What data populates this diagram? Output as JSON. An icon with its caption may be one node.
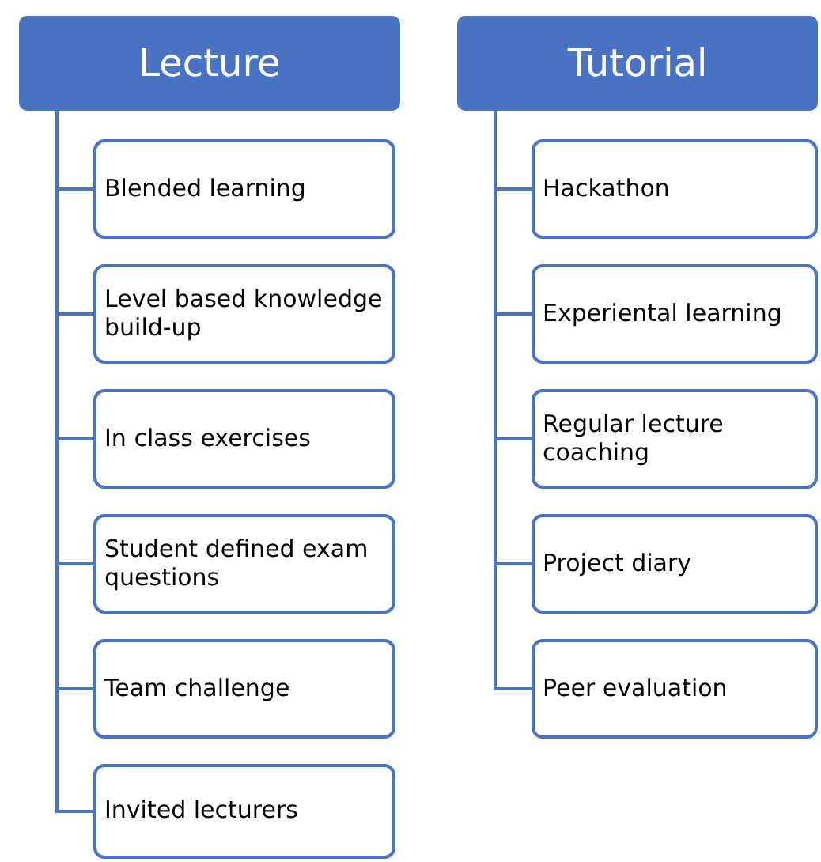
{
  "diagram": {
    "nodes": [
      {
        "text": [
          "Lecture"
        ]
      },
      {
        "text": [
          "Blended learning"
        ]
      },
      {
        "text": [
          "Level based knowledge build-up"
        ]
      },
      {
        "text": [
          "In class exercises"
        ]
      },
      {
        "text": [
          "Student defined exam questions"
        ]
      },
      {
        "text": [
          "Team challenge"
        ]
      },
      {
        "text": [
          "Invited lecturers"
        ]
      },
      {
        "text": [
          "Tutorial"
        ]
      },
      {
        "text": [
          "Hackathon"
        ]
      },
      {
        "text": [
          "Experiental learning"
        ]
      },
      {
        "text": [
          "Regular lecture coaching"
        ]
      },
      {
        "text": [
          "Project diary"
        ]
      },
      {
        "text": [
          "Peer evaluation"
        ]
      }
    ],
    "edges": [
      {
        "from": 0,
        "to": 1,
        "arrow": "none"
      },
      {
        "from": 0,
        "to": 2,
        "arrow": "none"
      },
      {
        "from": 0,
        "to": 3,
        "arrow": "none"
      },
      {
        "from": 0,
        "to": 4,
        "arrow": "none"
      },
      {
        "from": 0,
        "to": 5,
        "arrow": "none"
      },
      {
        "from": 0,
        "to": 6,
        "arrow": "none"
      },
      {
        "from": 7,
        "to": 8,
        "arrow": "none"
      },
      {
        "from": 7,
        "to": 9,
        "arrow": "none"
      },
      {
        "from": 7,
        "to": 10,
        "arrow": "none"
      },
      {
        "from": 7,
        "to": 11,
        "arrow": "none"
      },
      {
        "from": 7,
        "to": 12,
        "arrow": "none"
      }
    ]
  }
}
